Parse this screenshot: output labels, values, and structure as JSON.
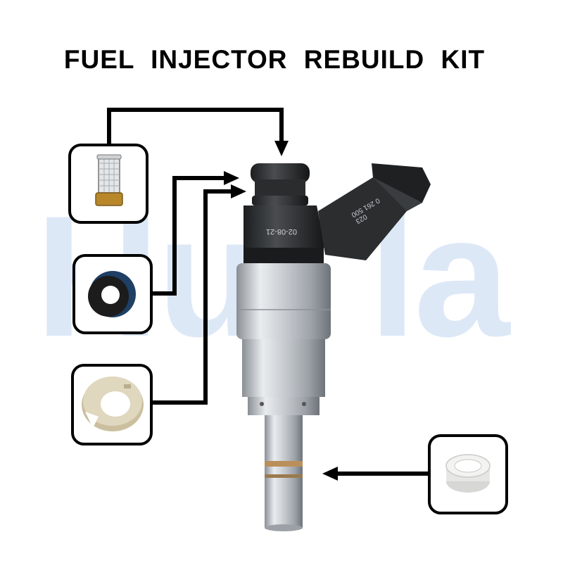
{
  "title": "FUEL  INJECTOR  REBUILD  KIT",
  "watermark": "Hur la",
  "injector_markings": {
    "body_code": "02-08-21",
    "connector_code": "0 261 500",
    "connector_code_2": "023"
  },
  "parts": [
    {
      "name": "filter-basket",
      "icon": "filter-icon"
    },
    {
      "name": "o-ring",
      "icon": "o-ring-icon"
    },
    {
      "name": "plastic-washer",
      "icon": "washer-icon"
    },
    {
      "name": "teflon-seal",
      "icon": "seal-ring-icon"
    }
  ],
  "colors": {
    "frame": "#000000",
    "watermark": "#dde8f7",
    "o_ring_outer": "#1f3f64",
    "washer": "#d9cfb5",
    "filter_brass": "#b8872a"
  }
}
